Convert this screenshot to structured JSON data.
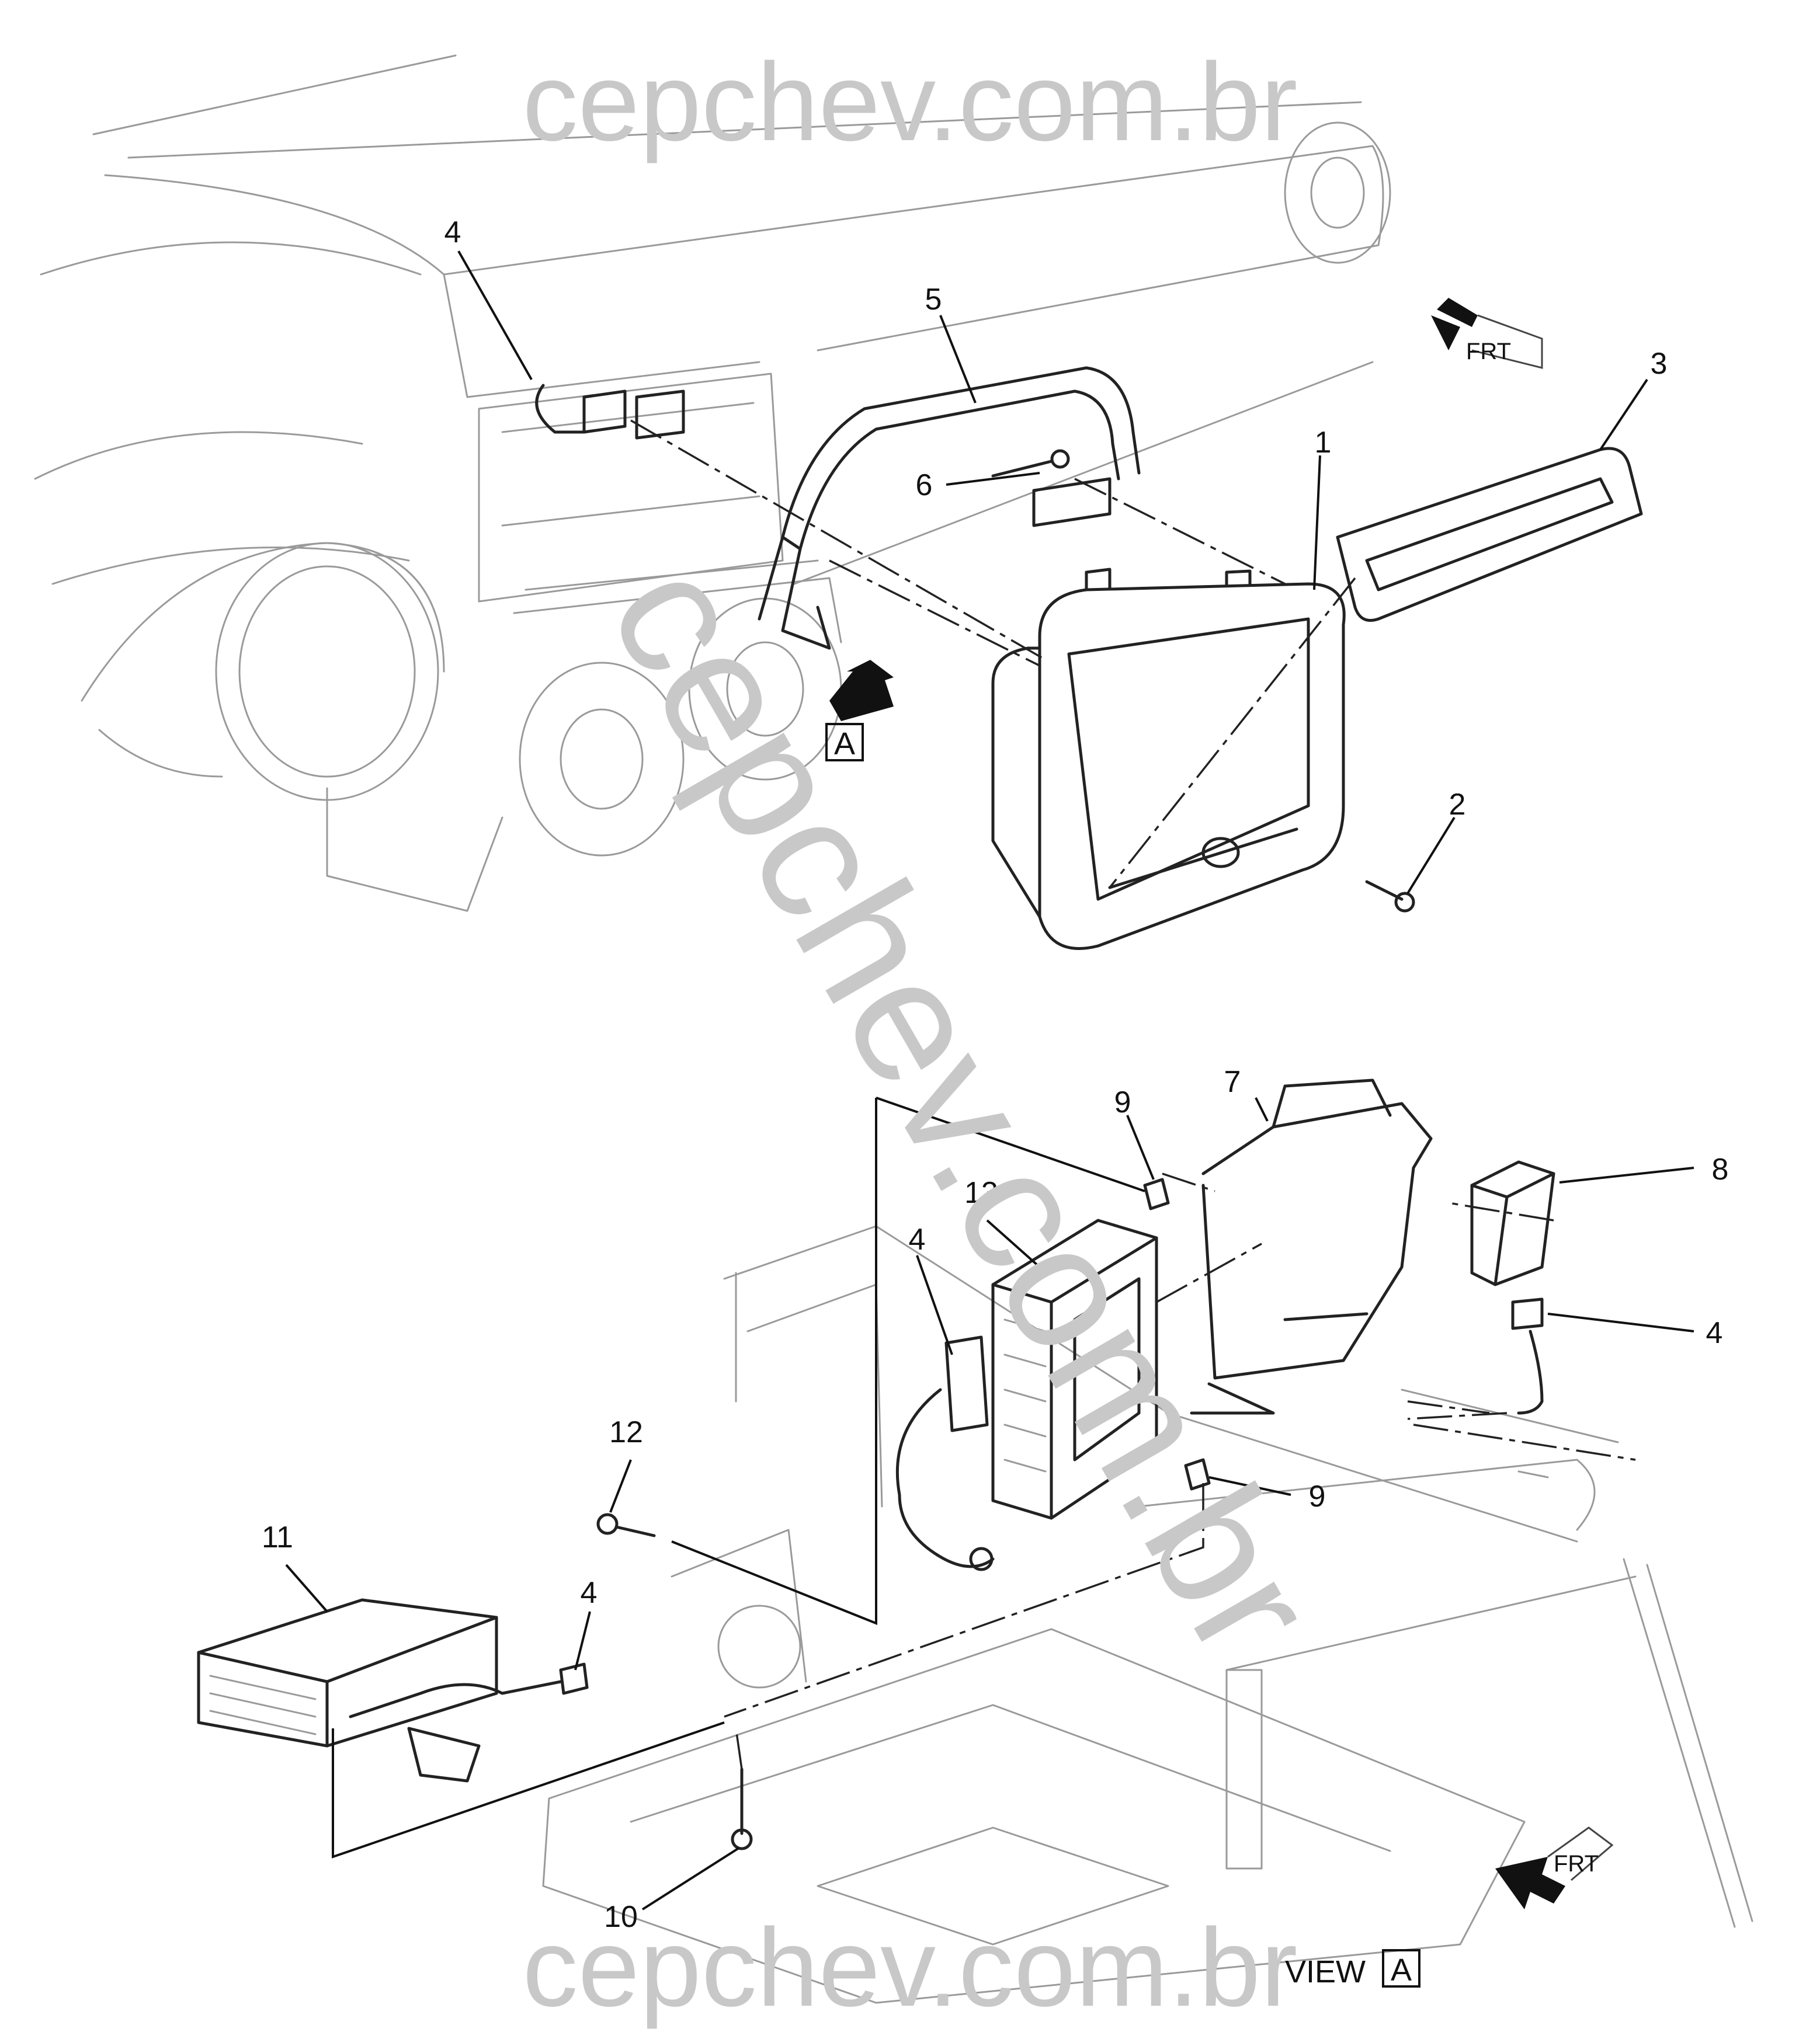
{
  "watermark": {
    "top": "cepchev.com.br",
    "bottom": "cepchev.com.br",
    "diagonal": "cepchev.com.br"
  },
  "callouts": {
    "c1": "1",
    "c2": "2",
    "c3": "3",
    "c4a": "4",
    "c5": "5",
    "c6": "6",
    "c7": "7",
    "c8": "8",
    "c4b": "4",
    "c9a": "9",
    "c4c": "4",
    "c9b": "9",
    "c13": "13",
    "c12": "12",
    "c11": "11",
    "c4d": "4",
    "c10": "10"
  },
  "view_marker": {
    "letter": "A"
  },
  "view_label": {
    "prefix": "VIEW",
    "letter": "A"
  },
  "frt_top": "FRT",
  "frt_bottom": "FRT"
}
